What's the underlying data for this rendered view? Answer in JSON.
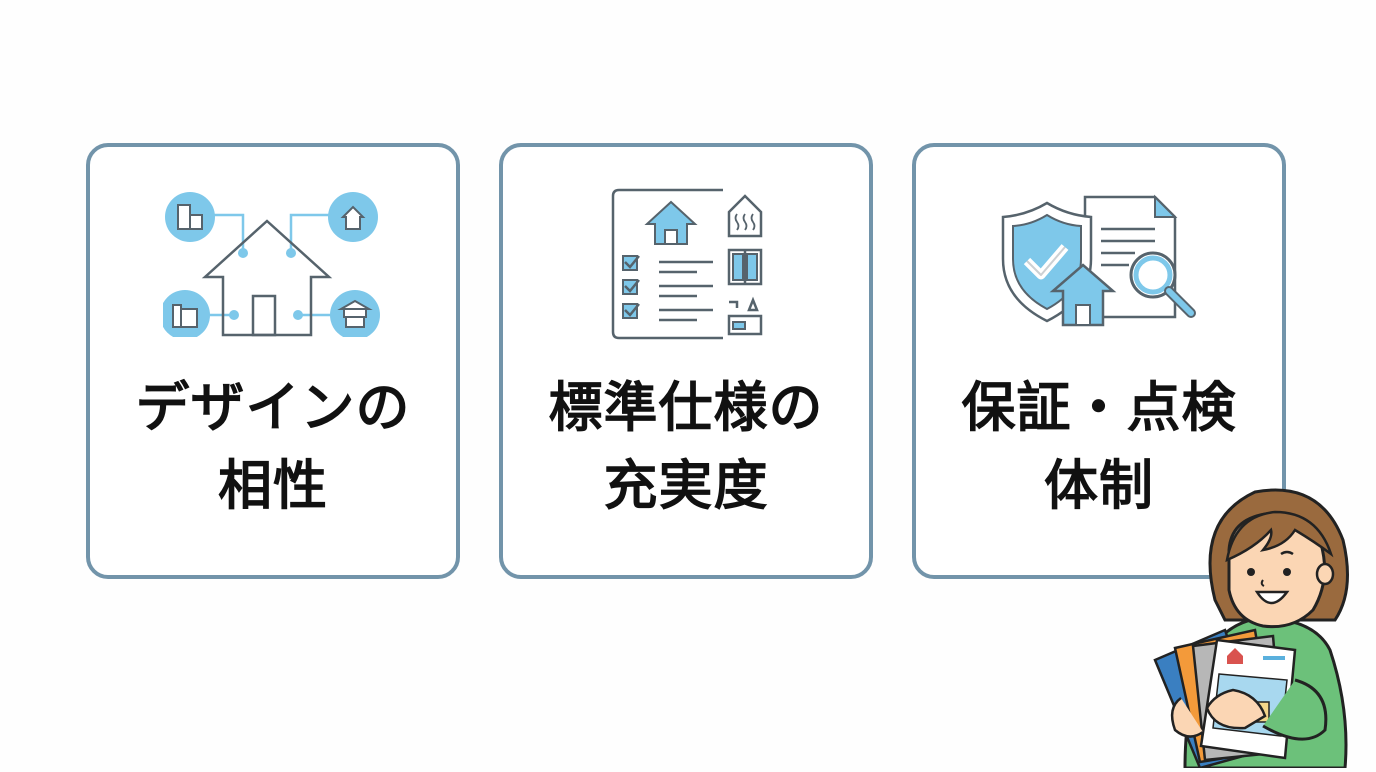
{
  "colors": {
    "card_border": "#7294aa",
    "accent_light_blue": "#7ec8ea",
    "icon_stroke": "#56636c",
    "text": "#111111",
    "shirt_green": "#6cc17a",
    "hair_brown": "#9a6a3e"
  },
  "cards": [
    {
      "icon": "house-design-network-icon",
      "title_line1": "デザインの",
      "title_line2": "相性"
    },
    {
      "icon": "spec-checklist-icon",
      "title_line1": "標準仕様の",
      "title_line2": "充実度"
    },
    {
      "icon": "warranty-inspection-icon",
      "title_line1": "保証・点検",
      "title_line2": "体制"
    }
  ],
  "character": {
    "description": "woman-holding-brochures"
  }
}
